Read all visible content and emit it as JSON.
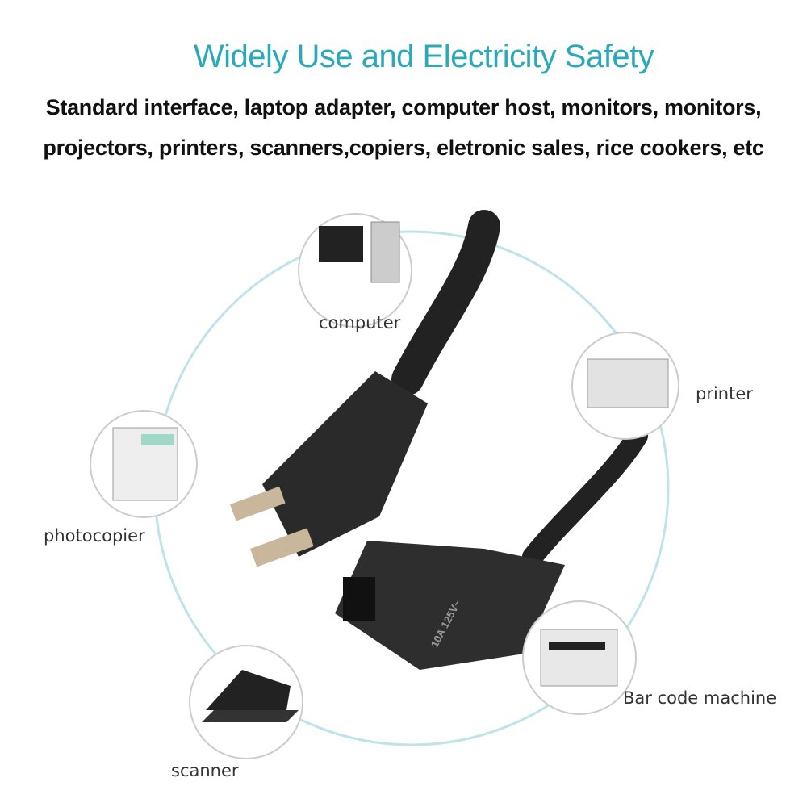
{
  "header": {
    "title": "Widely Use and Electricity Safety",
    "subtitle_line1": "Standard interface, laptop adapter, computer host, monitors, monitors,",
    "subtitle_line2": "projectors, printers, scanners,copiers, eletronic sales, rice cookers, etc"
  },
  "devices": [
    {
      "label": "computer",
      "icon": "computer-icon"
    },
    {
      "label": "printer",
      "icon": "printer-icon"
    },
    {
      "label": "photocopier",
      "icon": "photocopier-icon"
    },
    {
      "label": "Bar code machine",
      "icon": "barcode-printer-icon"
    },
    {
      "label": "scanner",
      "icon": "scanner-icon"
    }
  ],
  "product": {
    "plug_marking": "10A 125V~"
  },
  "colors": {
    "accent": "#2aa9b8",
    "ring": "#bfe3ea",
    "cable": "#222222"
  }
}
